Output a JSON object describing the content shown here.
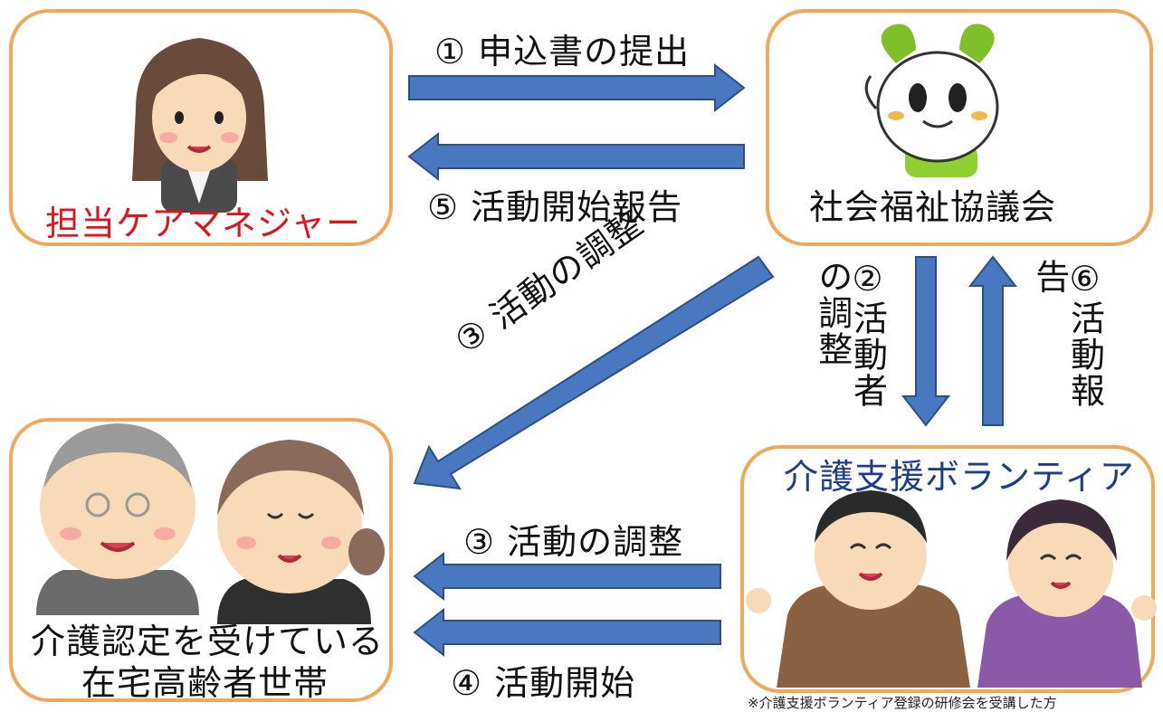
{
  "nodes": {
    "care_manager": {
      "label": "担当ケアマネジャー",
      "color": "#e0151b"
    },
    "council": {
      "label": "社会福祉協議会",
      "color": "#111111"
    },
    "household": {
      "line1": "介護認定を受けている",
      "line2": "在宅高齢者世帯",
      "color": "#111111"
    },
    "volunteer": {
      "label": "介護支援ボランティア",
      "color": "#1f3d8a"
    }
  },
  "edges": {
    "e1": "① 申込書の提出",
    "e5": "⑤ 活動開始報告",
    "e3_diag": "③ 活動の調整",
    "e2": "②活動者の調整",
    "e6": "⑥活動報告",
    "e3_bottom": "③ 活動の調整",
    "e4": "④ 活動開始"
  },
  "footnote": "※介護支援ボランティア登録の研修会を受講した方",
  "colors": {
    "arrow_fill": "#4a78c0",
    "arrow_stroke": "#2a4f8a",
    "box_border": "#f0a85a"
  }
}
